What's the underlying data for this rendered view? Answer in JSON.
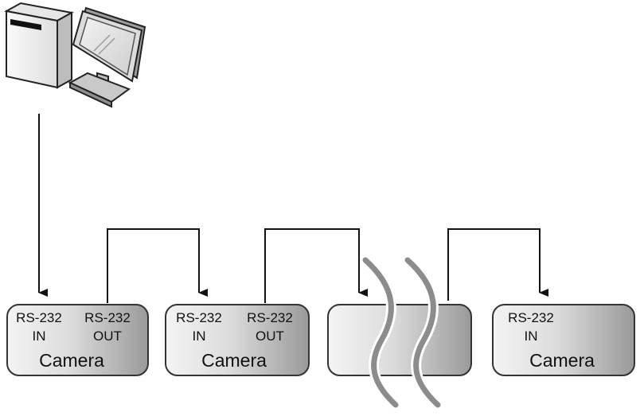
{
  "cameras": [
    {
      "in_label": "RS-232",
      "in_sub": "IN",
      "out_label": "RS-232",
      "out_sub": "OUT",
      "name": "Camera"
    },
    {
      "in_label": "RS-232",
      "in_sub": "IN",
      "out_label": "RS-232",
      "out_sub": "OUT",
      "name": "Camera"
    },
    {
      "in_label": "RS-232",
      "in_sub": "IN",
      "name": "Camera"
    }
  ],
  "colors": {
    "line": "#111111",
    "box_stroke": "#333333",
    "gradient_light": "#f4f4f4",
    "gradient_dark": "#9a9a9a",
    "break_wave": "#8c8c8c"
  },
  "icons": [
    "desktop-computer-icon"
  ]
}
